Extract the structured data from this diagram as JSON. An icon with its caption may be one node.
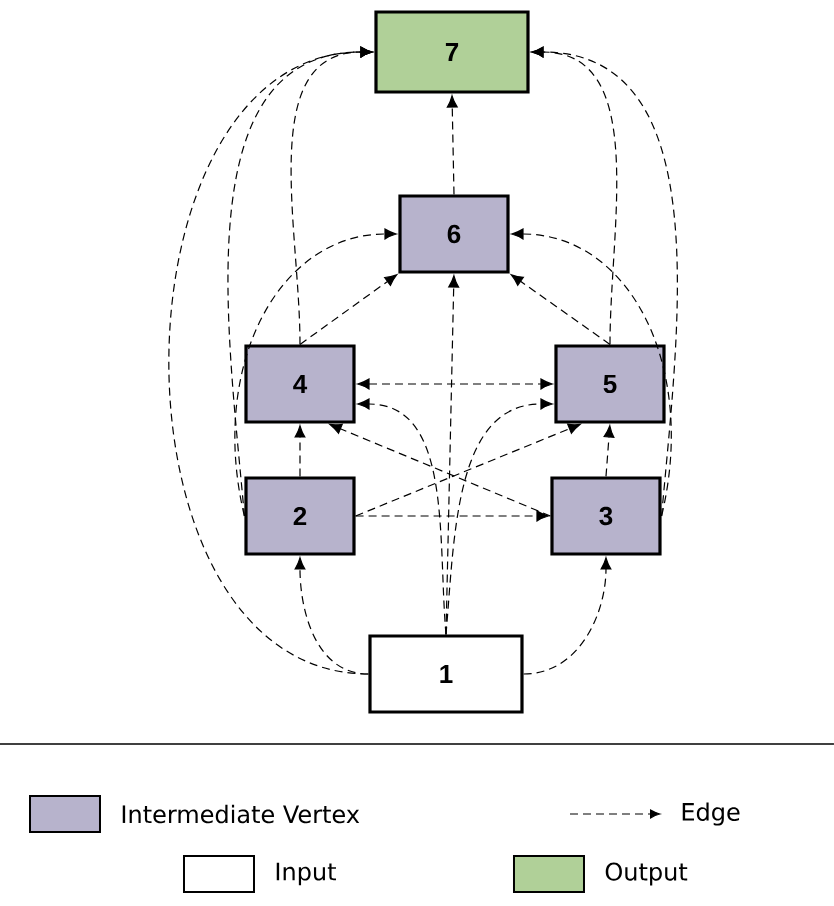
{
  "diagram": {
    "nodes": [
      {
        "text": [
          "7"
        ]
      },
      {
        "text": [
          "6"
        ]
      },
      {
        "text": [
          "4"
        ]
      },
      {
        "text": [
          "5"
        ]
      },
      {
        "text": [
          "2"
        ]
      },
      {
        "text": [
          "3"
        ]
      },
      {
        "text": [
          "1"
        ]
      }
    ],
    "edges": [
      {
        "from": 6,
        "to": 4,
        "arrow": "to",
        "style": "dashed"
      },
      {
        "from": 6,
        "to": 5,
        "arrow": "to",
        "style": "dashed"
      },
      {
        "from": 6,
        "to": 2,
        "arrow": "to",
        "style": "dashed"
      },
      {
        "from": 6,
        "to": 3,
        "arrow": "to",
        "style": "dashed"
      },
      {
        "from": 6,
        "to": 1,
        "arrow": "to",
        "style": "dashed"
      },
      {
        "from": 6,
        "to": 0,
        "arrow": "to",
        "style": "dashed"
      },
      {
        "from": 4,
        "to": 5,
        "arrow": "to",
        "style": "dashed"
      },
      {
        "from": 4,
        "to": 2,
        "arrow": "to",
        "style": "dashed"
      },
      {
        "from": 4,
        "to": 3,
        "arrow": "to",
        "style": "dashed"
      },
      {
        "from": 4,
        "to": 1,
        "arrow": "to",
        "style": "dashed"
      },
      {
        "from": 4,
        "to": 0,
        "arrow": "to",
        "style": "dashed"
      },
      {
        "from": 5,
        "to": 2,
        "arrow": "to",
        "style": "dashed"
      },
      {
        "from": 5,
        "to": 3,
        "arrow": "to",
        "style": "dashed"
      },
      {
        "from": 5,
        "to": 1,
        "arrow": "to",
        "style": "dashed"
      },
      {
        "from": 5,
        "to": 0,
        "arrow": "to",
        "style": "dashed"
      },
      {
        "from": 2,
        "to": 3,
        "arrow": "both",
        "style": "dashed"
      },
      {
        "from": 2,
        "to": 1,
        "arrow": "to",
        "style": "dashed"
      },
      {
        "from": 2,
        "to": 0,
        "arrow": "to",
        "style": "dashed"
      },
      {
        "from": 3,
        "to": 1,
        "arrow": "to",
        "style": "dashed"
      },
      {
        "from": 3,
        "to": 0,
        "arrow": "to",
        "style": "dashed"
      },
      {
        "from": 1,
        "to": 0,
        "arrow": "to",
        "style": "dashed"
      }
    ],
    "legend": [
      {
        "text": "Intermediate Vertex",
        "color": "#b7b3cc"
      },
      {
        "text": "Edge"
      },
      {
        "text": "Input"
      },
      {
        "text": "Output",
        "color": "#b0d098"
      }
    ]
  }
}
